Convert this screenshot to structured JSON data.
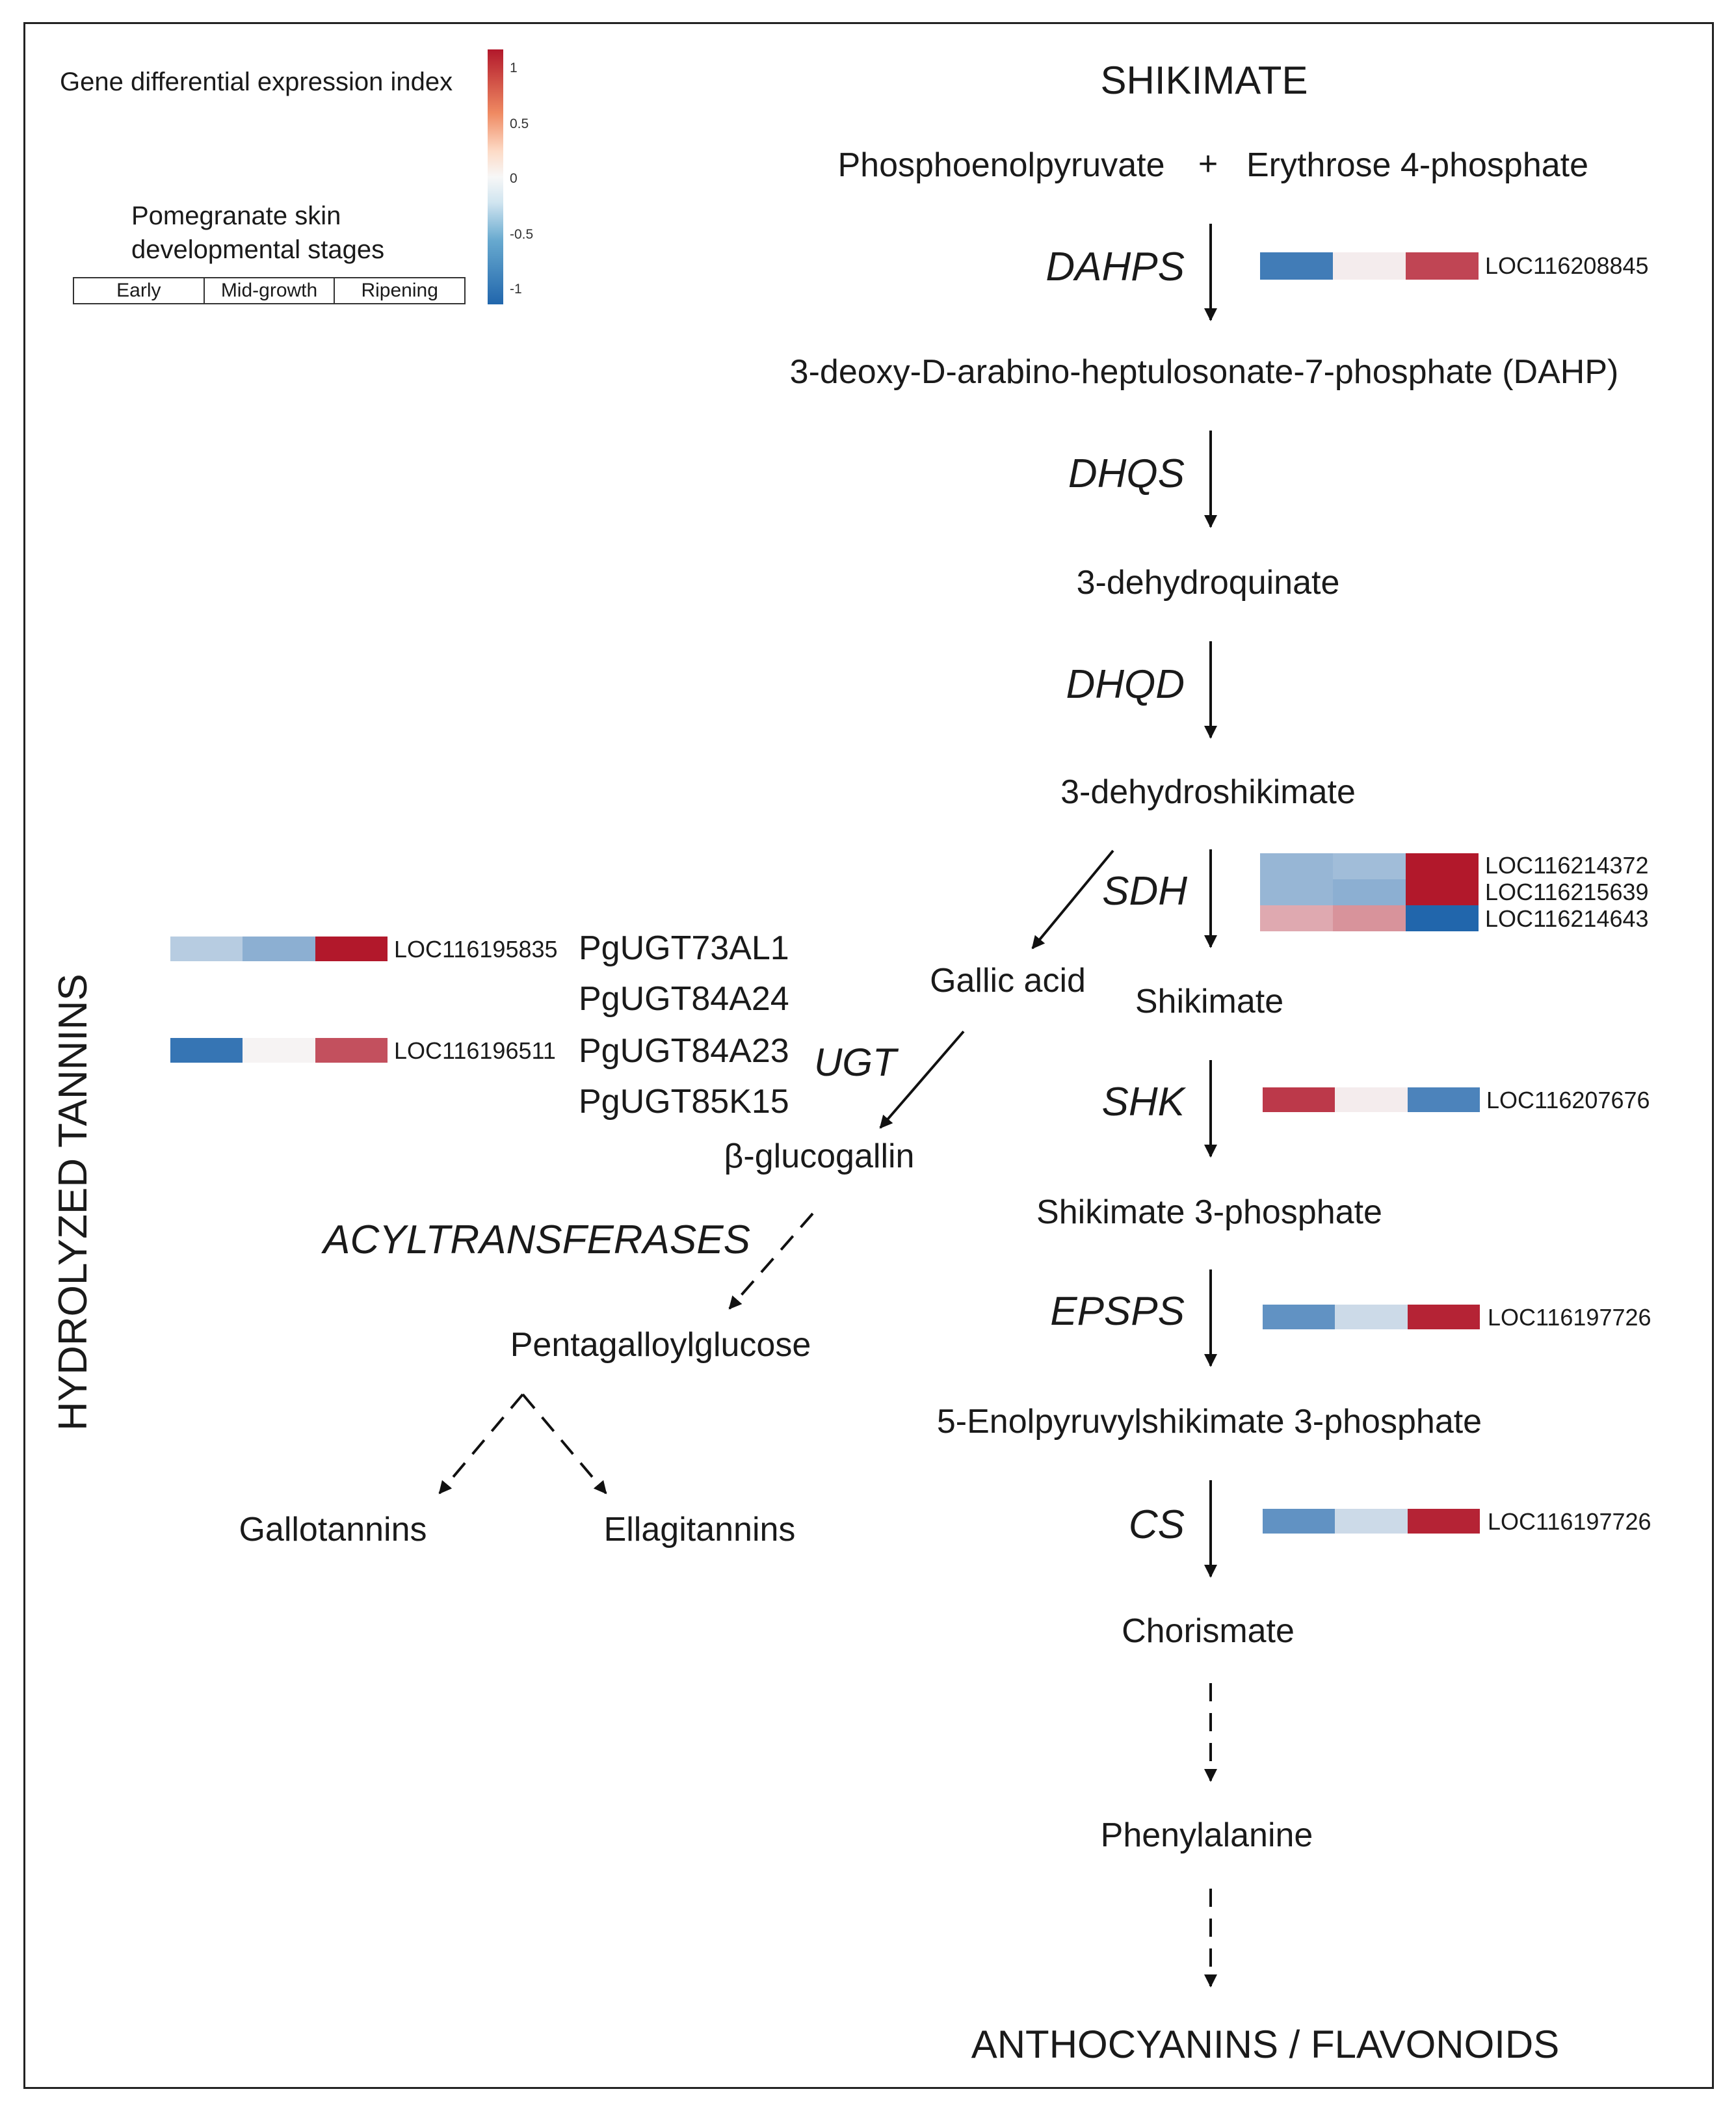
{
  "colors": {
    "high": "#b2182b",
    "mid": "#f7f7f7",
    "low": "#2166ac",
    "line": "#111111"
  },
  "legend": {
    "title": "Gene differential expression index",
    "subtitle_line1": "Pomegranate skin",
    "subtitle_line2": "developmental stages",
    "stages": [
      "Early",
      "Mid-growth",
      "Ripening"
    ],
    "scale_ticks": [
      "1",
      "0.5",
      "0",
      "-0.5",
      "-1"
    ]
  },
  "side_title": "HYDROLYZED TANNINS",
  "pathway": {
    "top_title": "SHIKIMATE",
    "substrate_left": "Phosphoenolpyruvate",
    "plus": "+",
    "substrate_right": "Erythrose 4-phosphate",
    "compounds": {
      "dahp": "3-deoxy-D-arabino-heptulosonate-7-phosphate (DAHP)",
      "dehydroquinate": "3-dehydroquinate",
      "dehydroshikimate": "3-dehydroshikimate",
      "gallic_acid": "Gallic acid",
      "shikimate": "Shikimate",
      "shikimate_3p": "Shikimate 3-phosphate",
      "epsp": "5-Enolpyruvylshikimate 3-phosphate",
      "chorismate": "Chorismate",
      "phenylalanine": "Phenylalanine",
      "glucogallin": "β-glucogallin",
      "pgg": "Pentagalloylglucose",
      "gallotannins": "Gallotannins",
      "ellagitannins": "Ellagitannins"
    },
    "bottom_title": "ANTHOCYANINS / FLAVONOIDS",
    "enzymes": {
      "dahps": "DAHPS",
      "dhqs": "DHQS",
      "dhqd": "DHQD",
      "sdh": "SDH",
      "shk": "SHK",
      "epsps": "EPSPS",
      "cs": "CS",
      "ugt": "UGT",
      "acyl": "ACYLTRANSFERASES"
    }
  },
  "ugt_genes": [
    "PgUGT73AL1",
    "PgUGT84A24",
    "PgUGT84A23",
    "PgUGT85K15"
  ],
  "heatmaps": {
    "dahps": [
      {
        "loc": "LOC116208845",
        "values": [
          -0.85,
          0.05,
          0.8
        ]
      }
    ],
    "sdh": [
      {
        "loc": "LOC116214372",
        "values": [
          -0.45,
          -0.4,
          1.0
        ]
      },
      {
        "loc": "LOC116215639",
        "values": [
          -0.45,
          -0.5,
          1.0
        ]
      },
      {
        "loc": "LOC116214643",
        "values": [
          0.35,
          0.45,
          -1.0
        ]
      }
    ],
    "shk": [
      {
        "loc": "LOC116207676",
        "values": [
          0.85,
          0.05,
          -0.8
        ]
      }
    ],
    "epsps": [
      {
        "loc": "LOC116197726",
        "values": [
          -0.7,
          -0.2,
          0.95
        ]
      }
    ],
    "cs": [
      {
        "loc": "LOC116197726",
        "values": [
          -0.7,
          -0.2,
          0.95
        ]
      }
    ],
    "ugt1": [
      {
        "loc": "LOC116195835",
        "values": [
          -0.3,
          -0.5,
          1.0
        ]
      }
    ],
    "ugt2": [
      {
        "loc": "LOC116196511",
        "values": [
          -0.9,
          0.02,
          0.75
        ]
      }
    ]
  }
}
